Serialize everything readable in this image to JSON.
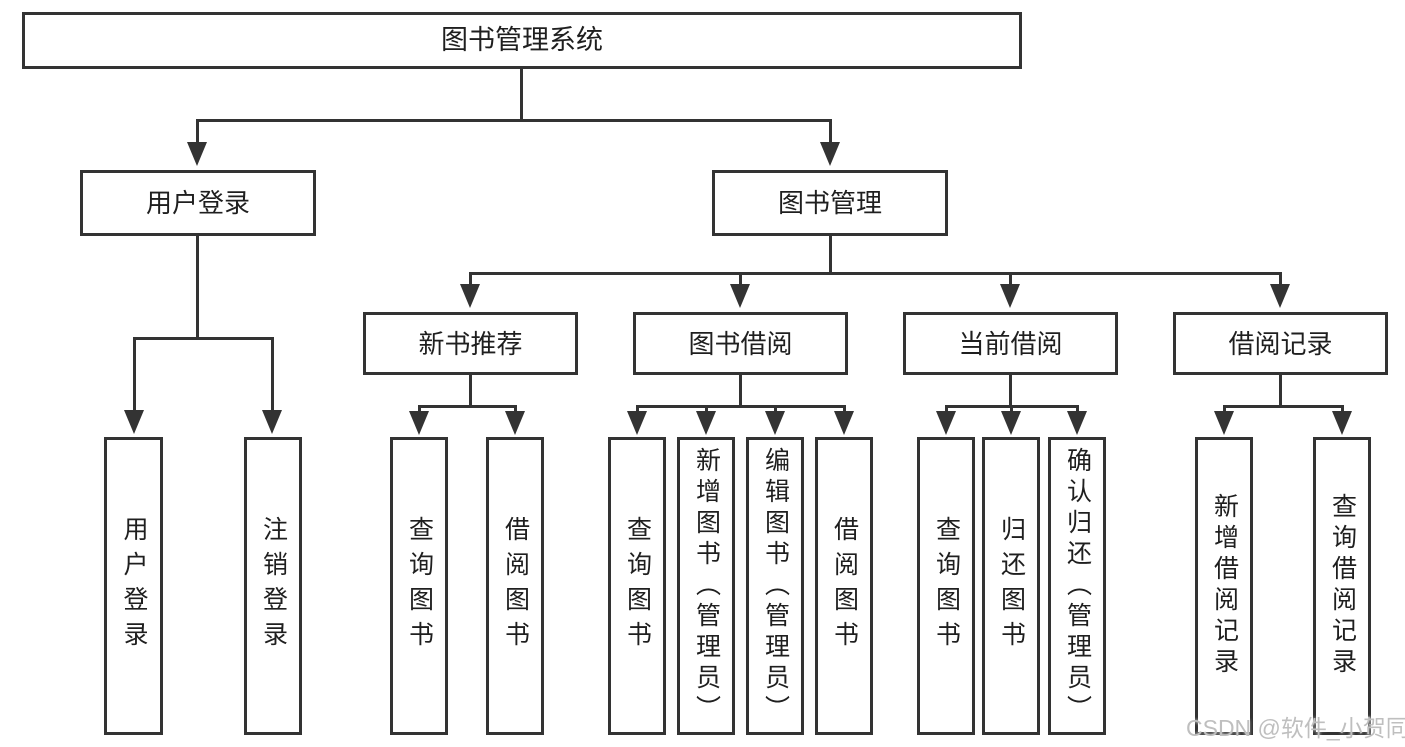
{
  "diagram": {
    "root": {
      "label": "图书管理系统"
    },
    "branches": [
      {
        "label": "用户登录",
        "children": [
          {
            "label": "用户登录"
          },
          {
            "label": "注销登录"
          }
        ]
      },
      {
        "label": "图书管理",
        "children": [
          {
            "label": "新书推荐",
            "children": [
              {
                "label": "查询图书"
              },
              {
                "label": "借阅图书"
              }
            ]
          },
          {
            "label": "图书借阅",
            "children": [
              {
                "label": "查询图书"
              },
              {
                "label": "新增图书（管理员）"
              },
              {
                "label": "编辑图书（管理员）"
              },
              {
                "label": "借阅图书"
              }
            ]
          },
          {
            "label": "当前借阅",
            "children": [
              {
                "label": "查询图书"
              },
              {
                "label": "归还图书"
              },
              {
                "label": "确认归还（管理员）"
              }
            ]
          },
          {
            "label": "借阅记录",
            "children": [
              {
                "label": "新增借阅记录"
              },
              {
                "label": "查询借阅记录"
              }
            ]
          }
        ]
      }
    ]
  },
  "watermark": {
    "text": "CSDN @软件_小贺同学"
  },
  "colors": {
    "line": "#333333",
    "text": "#1f1f1f",
    "box_background": "#ffffff",
    "canvas_background": "#ffffff",
    "watermark": "#bfbfbf"
  }
}
